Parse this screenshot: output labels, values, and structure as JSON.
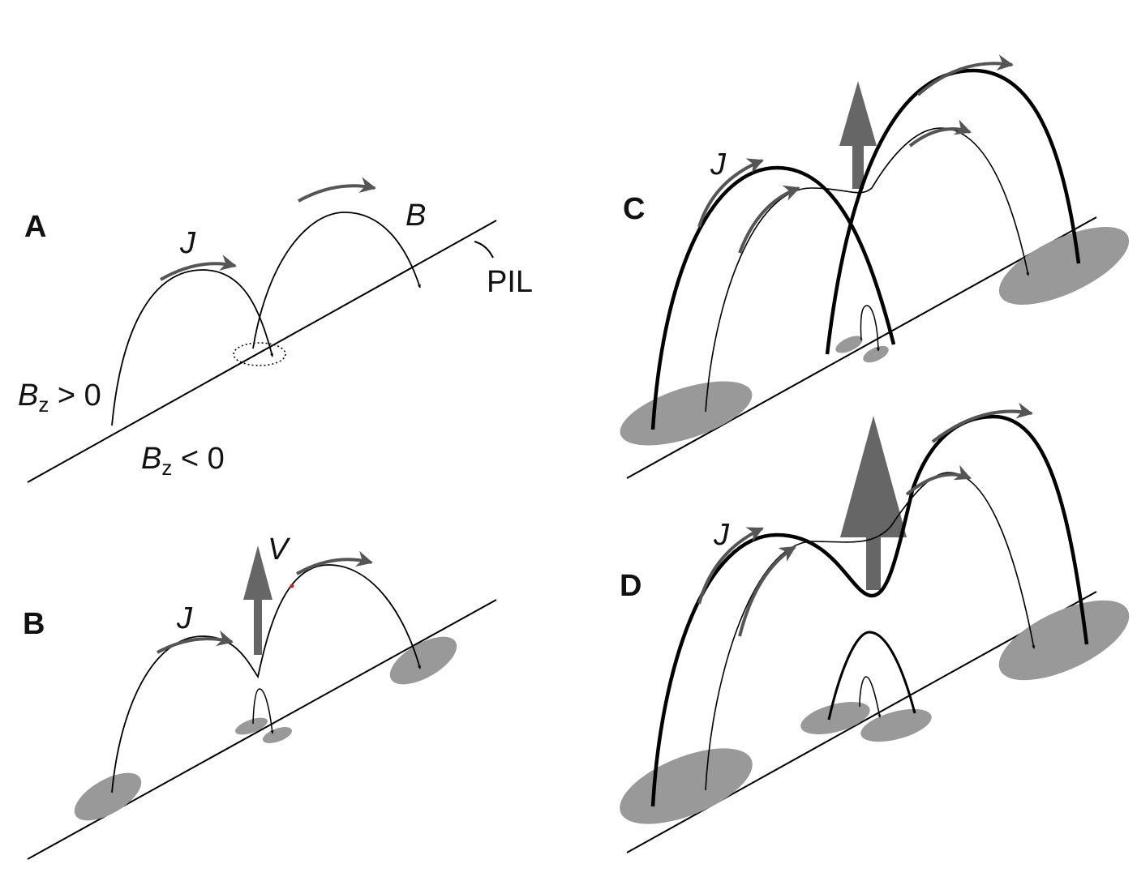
{
  "panels": [
    {
      "id": "A",
      "label": "A"
    },
    {
      "id": "B",
      "label": "B"
    },
    {
      "id": "C",
      "label": "C"
    },
    {
      "id": "D",
      "label": "D"
    }
  ],
  "labels": {
    "current": "J",
    "field": "B",
    "velocity": "V",
    "pil": "PIL",
    "bz_symbol": "B",
    "bz_sub": "z",
    "bz_pos": " > 0",
    "bz_neg": " < 0"
  },
  "colors": {
    "loop": "#000000",
    "current_arrow": "#555555",
    "footpoint": "#999999",
    "velocity_arrow": "#666666"
  }
}
